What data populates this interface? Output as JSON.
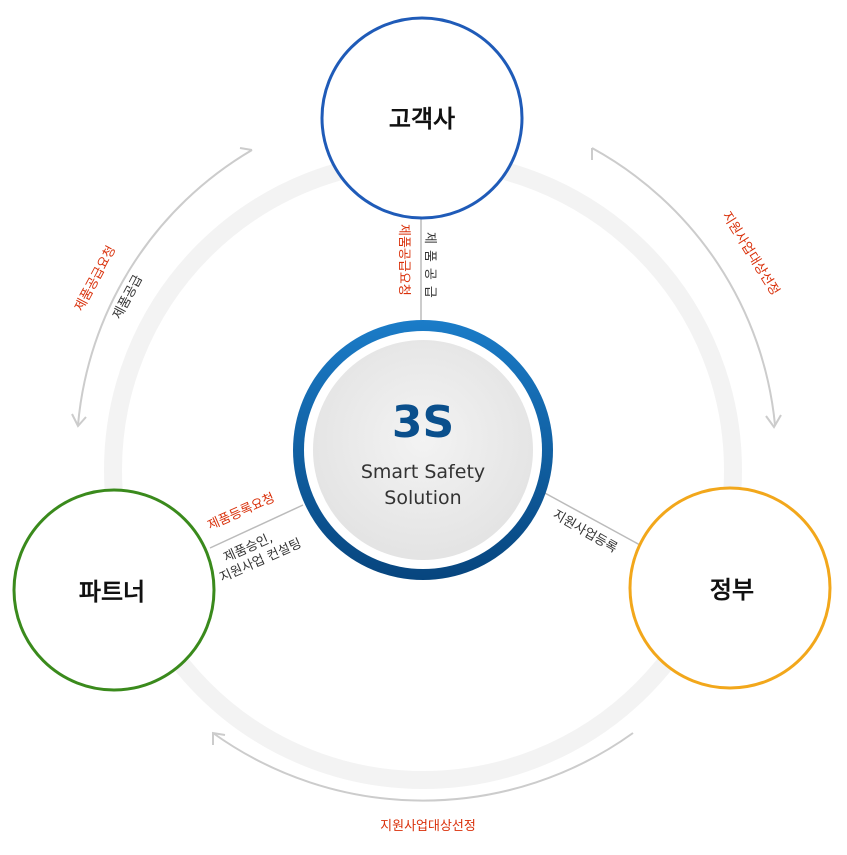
{
  "nodes": {
    "client": {
      "label": "고객사",
      "color": "#1f5bb8"
    },
    "partner": {
      "label": "파트너",
      "color": "#3a8a1c"
    },
    "government": {
      "label": "정부",
      "color": "#f2a71b"
    }
  },
  "center": {
    "title": "3S",
    "subtitle_line1": "Smart Safety",
    "subtitle_line2": "Solution",
    "ring_color": "#0a5ea8"
  },
  "links": {
    "client_to_center": "제품공급요청",
    "center_to_client": "제품공급",
    "partner_to_center": "제품등록요청",
    "center_to_partner_line1": "제품승인,",
    "center_to_partner_line2": "지원사업 컨설팅",
    "center_to_government": "지원사업등록"
  },
  "outer": {
    "client_partner_red": "제품공급요청",
    "client_partner_gray": "제품공급",
    "client_government_red": "지원사업대상선정",
    "partner_government_red": "지원사업대상선정"
  },
  "colors": {
    "red": "#d9300a",
    "gray": "#333333",
    "arc": "#cccccc",
    "ring_bg": "#f3f3f3"
  }
}
